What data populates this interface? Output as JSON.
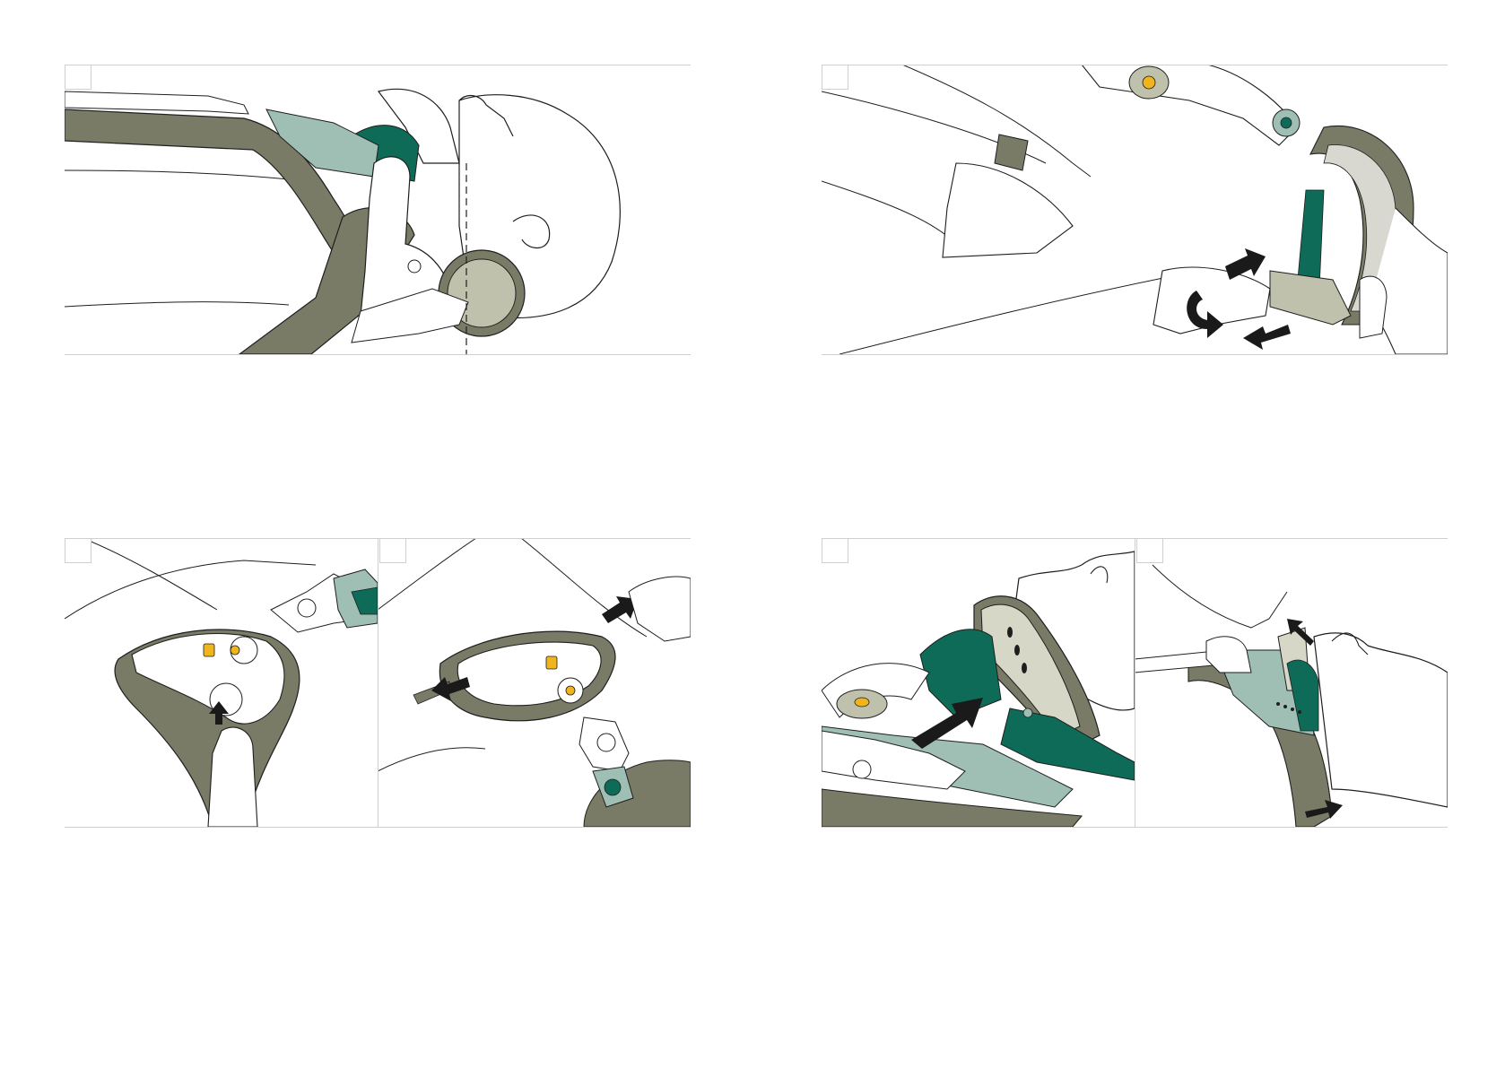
{
  "colors": {
    "outline": "#1e1e1e",
    "collar_dark": "#7a7b66",
    "collar_light": "#bfc1ac",
    "teal_dark": "#0e6b57",
    "teal_light": "#9fbfb4",
    "yellow": "#f0b41c",
    "arrow": "#1a1a1a",
    "frame": "#cfcfcf"
  },
  "figures": [
    {
      "id": "figure-1",
      "step_label": ""
    },
    {
      "id": "figure-2",
      "step_label": ""
    },
    {
      "id": "figure-3a",
      "step_label": ""
    },
    {
      "id": "figure-3b",
      "step_label": ""
    },
    {
      "id": "figure-4a",
      "step_label": ""
    },
    {
      "id": "figure-4b",
      "step_label": ""
    }
  ]
}
